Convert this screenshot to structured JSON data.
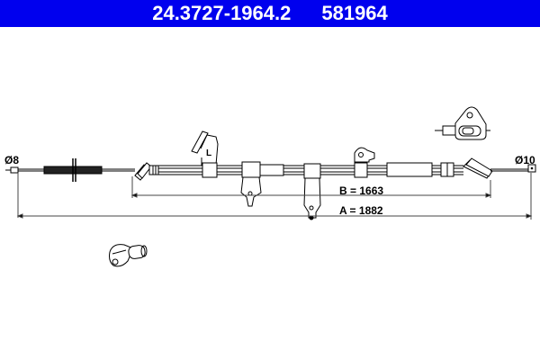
{
  "header": {
    "part_number": "24.3727-1964.2",
    "ref_number": "581964",
    "background_color": "#0000ee",
    "text_color": "#ffffff"
  },
  "drawing": {
    "left_diameter": "Ø8",
    "right_diameter": "Ø10",
    "side_marker": "L",
    "dimension_b": "B = 1663",
    "dimension_a": "A = 1882"
  },
  "icons": [
    "cable-end-fitting-detail-icon",
    "bracket-clip-detail-icon"
  ]
}
